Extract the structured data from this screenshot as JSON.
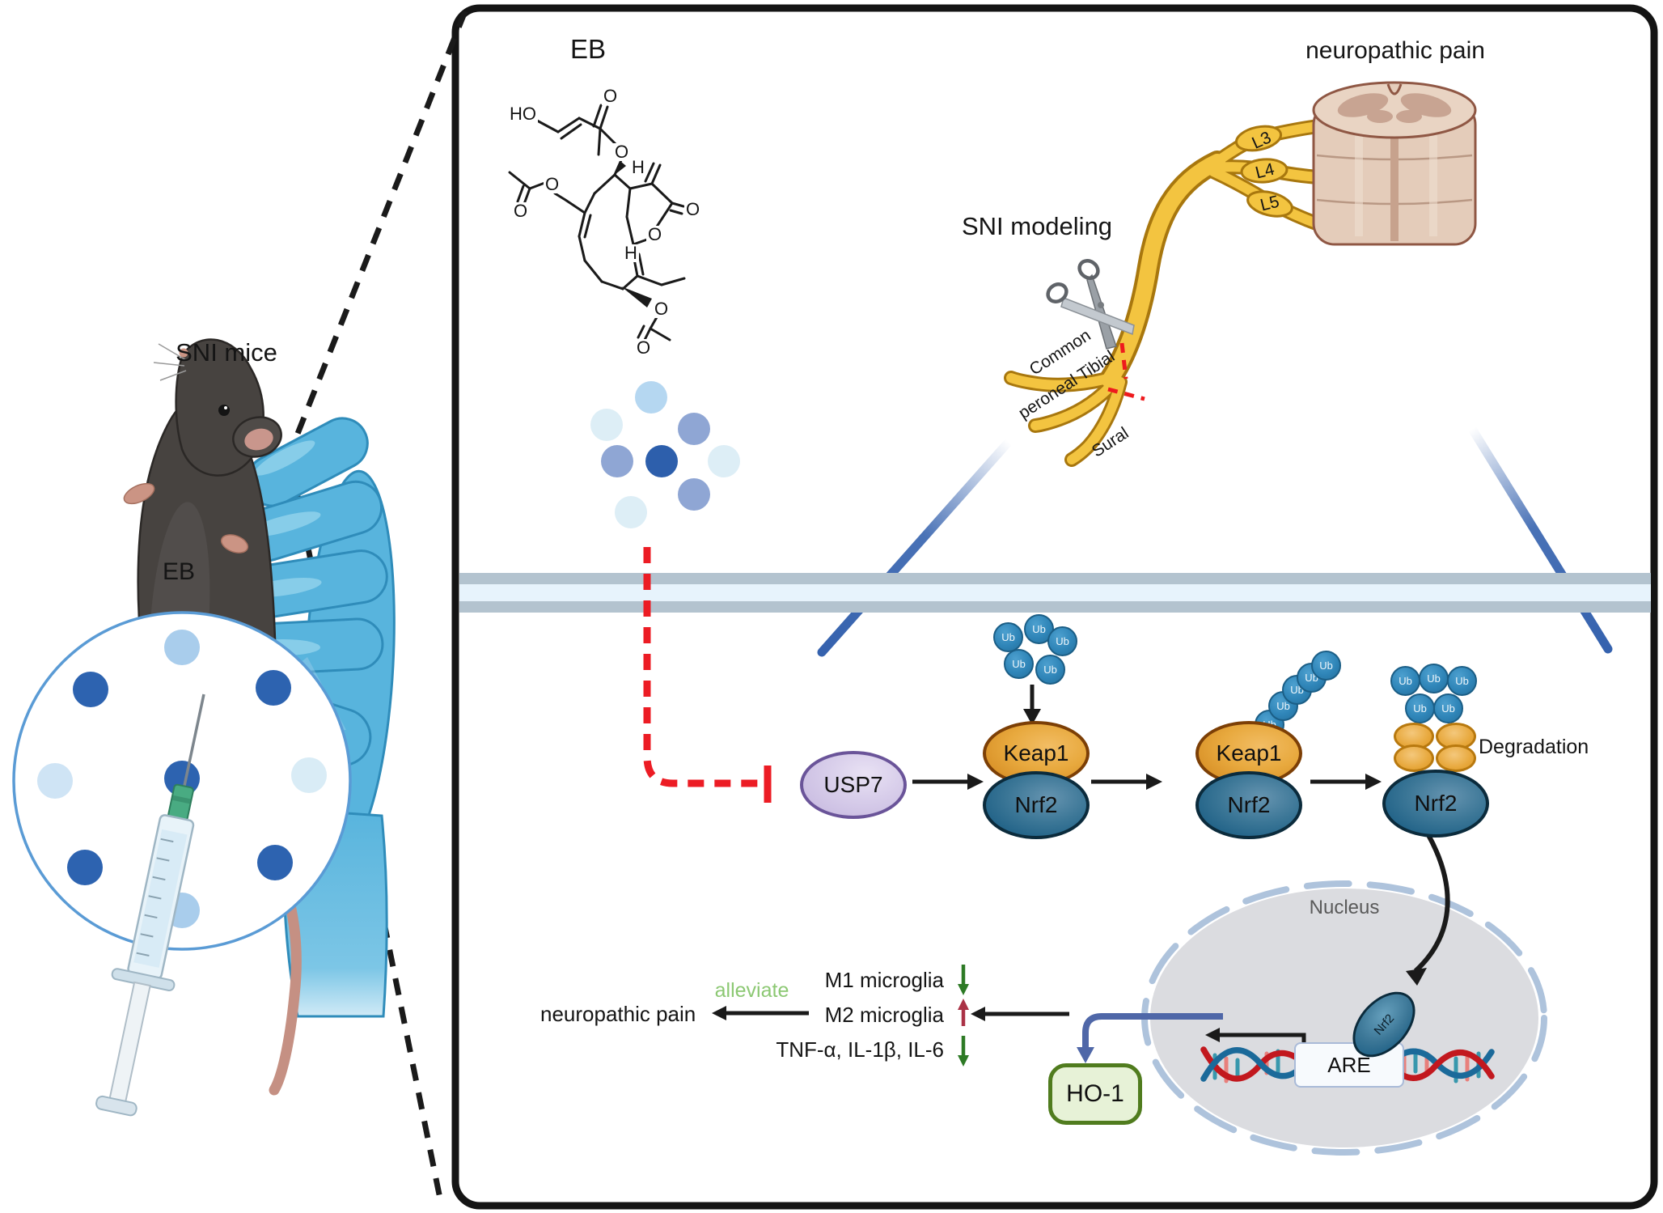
{
  "left_scene": {
    "title": "SNI mice",
    "eb_label": "EB"
  },
  "panel": {
    "compound": {
      "title": "EB",
      "ho": "HO",
      "o": "O",
      "h": "H"
    },
    "sni_modeling_title": "SNI modeling",
    "pain_title": "neuropathic pain",
    "nerve_roots": [
      {
        "label": "L3"
      },
      {
        "label": "L4"
      },
      {
        "label": "L5"
      }
    ],
    "nerve_branches": {
      "line1": "Common",
      "line2": "peroneal Tibial",
      "line3": "Sural"
    },
    "ub_label": "Ub",
    "proteins": {
      "usp7": "USP7",
      "keap1": "Keap1",
      "nrf2": "Nrf2"
    },
    "degradation_label": "Degradation",
    "nucleus": {
      "title": "Nucleus",
      "are_label": "ARE",
      "nrf2_label": "Nrf2"
    },
    "ho1_label": "HO-1",
    "outcomes": [
      {
        "label": "M1 microglia",
        "direction": "down"
      },
      {
        "label": "M2 microglia",
        "direction": "up"
      },
      {
        "label": "TNF-α, IL-1β, IL-6",
        "direction": "down"
      }
    ],
    "alleviate_label": "alleviate",
    "result_label": "neuropathic pain"
  },
  "colors": {
    "ub_blue": "#2f85b8",
    "keap1_orange": "#d0841b",
    "nrf2_blue": "#11567e",
    "usp7_purple": "#c4b6de",
    "inhibit_red": "#ec1c24",
    "nerve_yellow": "#f3c440",
    "spinal_cord_tan": "#e4ccba",
    "membrane_gray": "#b3c3cf",
    "ho1_green_border": "#507c1e",
    "alleviate_green": "#8cc873",
    "up_arrow_red": "#aa3246",
    "down_arrow_green": "#2d7a25",
    "wedge_blue": "#3562ae",
    "glove_blue": "#58b4dd"
  }
}
